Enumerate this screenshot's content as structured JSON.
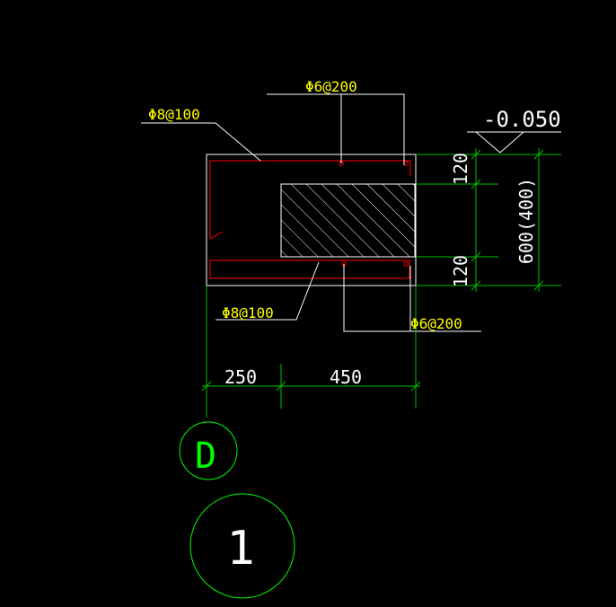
{
  "drawing": {
    "colors": {
      "background": "#000000",
      "outline": "#ffffff",
      "rebar": "#ff0000",
      "dimension": "#00c000",
      "grid": "#00ff00",
      "label": "#ffff00",
      "elevation": "#ffffff"
    },
    "annotations": {
      "top_stirrup": "Φ6@200",
      "top_main_bar": "Φ8@100",
      "bottom_main_bar": "Φ8@100",
      "bottom_stirrup": "Φ6@200",
      "elevation": "-0.050"
    },
    "dimensions": {
      "top_cover": "120",
      "bottom_cover": "120",
      "height": "600(400)",
      "left_width": "250",
      "right_width": "450"
    },
    "grid_axis": {
      "label": "D"
    },
    "section_number": "1"
  }
}
